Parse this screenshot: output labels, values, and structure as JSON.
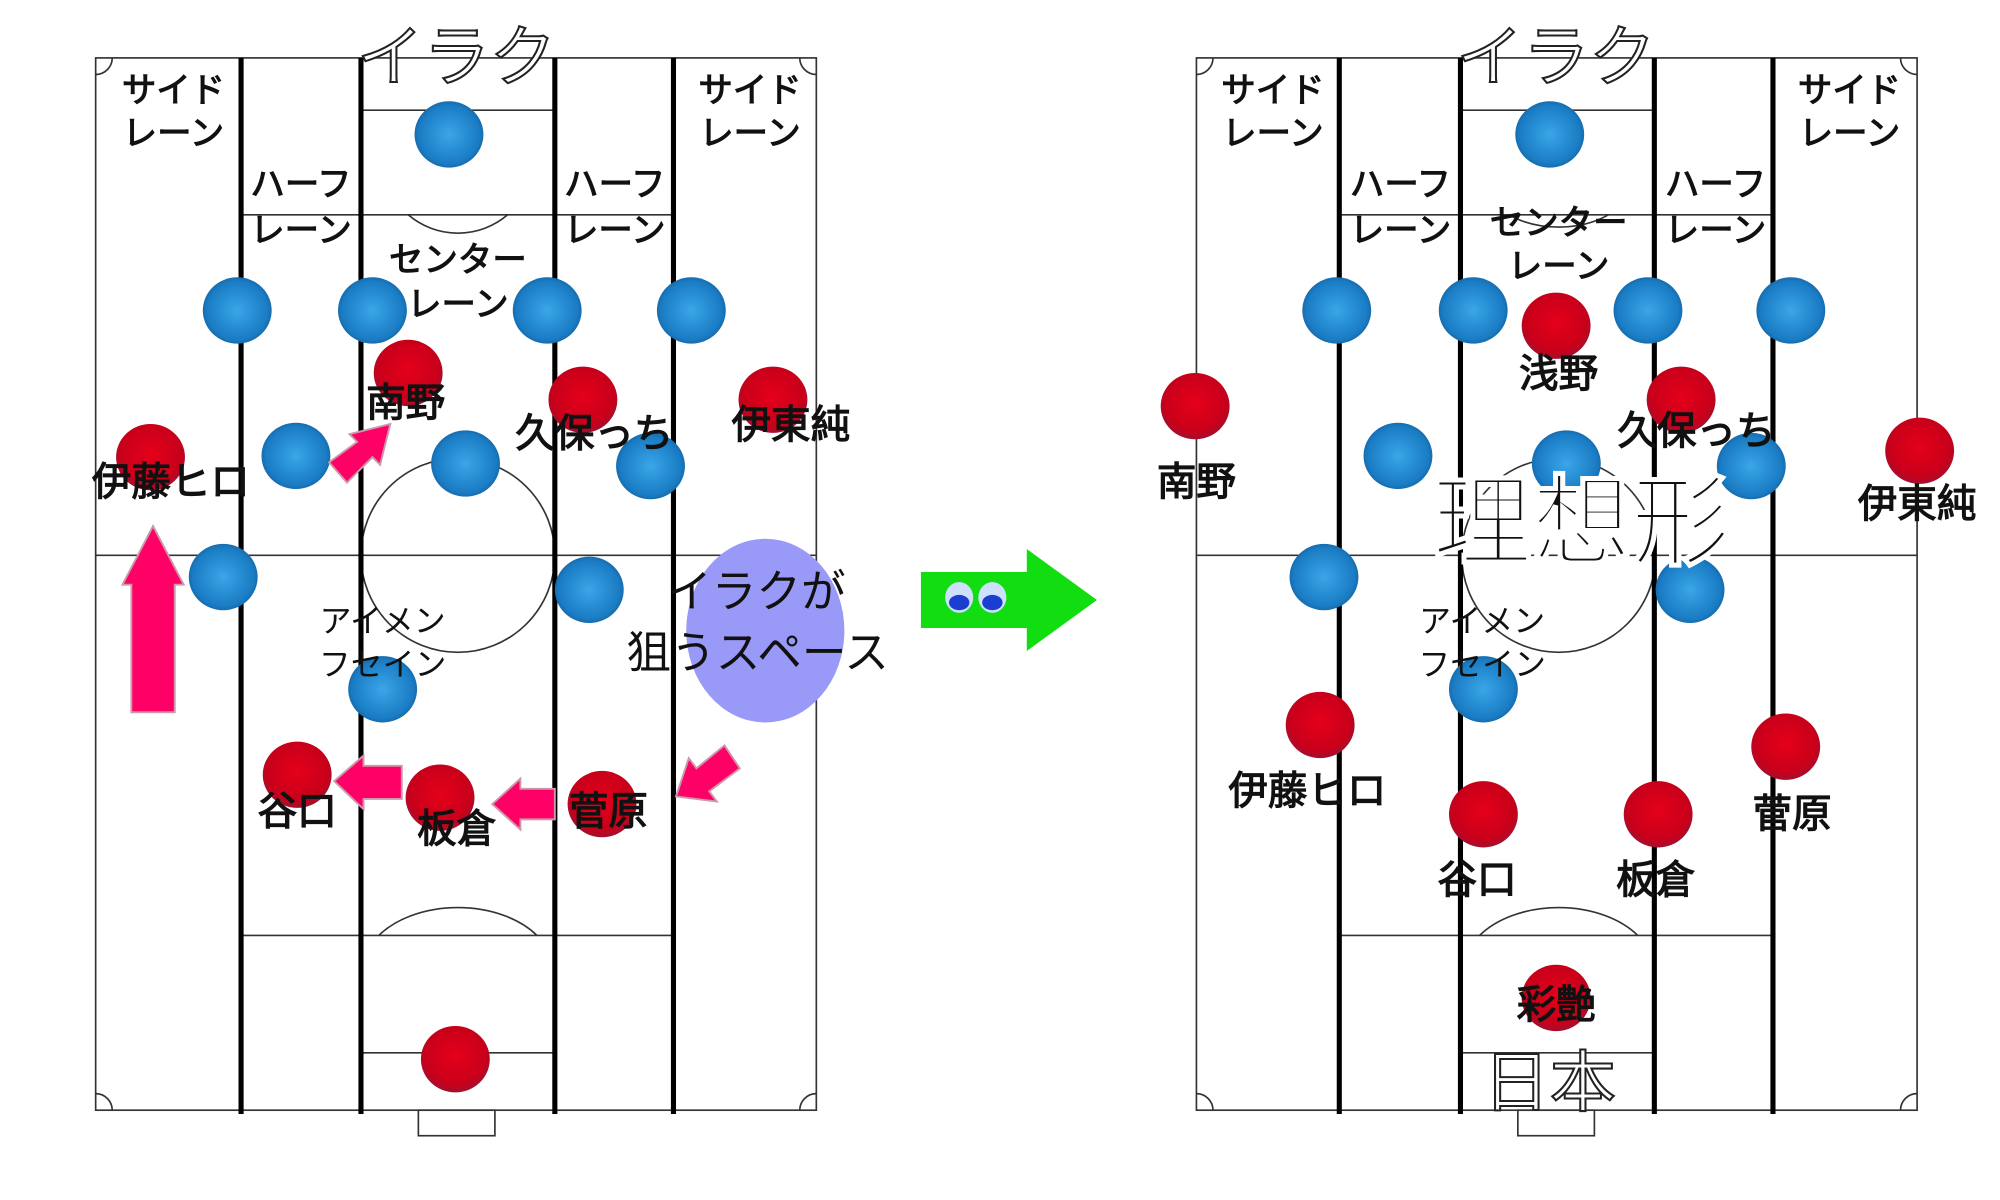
{
  "lanes": {
    "side_1": "サイド",
    "side_2": "レーン",
    "half_1": "ハーフ",
    "half_2": "レーン",
    "center_1": "センター",
    "center_2": "レーン"
  },
  "left_pitch": {
    "opponent": "イラク",
    "opponent_player_label": {
      "line1": "アイメン",
      "line2": "フセイン"
    },
    "target_space": {
      "line1": "イラクが",
      "line2": "狙うスペース"
    },
    "players": {
      "minamino": "南野",
      "kubo": "久保っち",
      "ito_jun": "伊東純",
      "ito_hiro": "伊藤ヒロ",
      "taniguchi": "谷口",
      "itakura": "板倉",
      "sugawara": "菅原"
    }
  },
  "right_pitch": {
    "opponent": "イラク",
    "home": "日本",
    "title": "理想形",
    "opponent_player_label": {
      "line1": "アイメン",
      "line2": "フセイン"
    },
    "players": {
      "asano": "浅野",
      "kubo": "久保っち",
      "minamino": "南野",
      "ito_jun": "伊東純",
      "ito_hiro": "伊藤ヒロ",
      "taniguchi": "谷口",
      "itakura": "板倉",
      "sugawara": "菅原",
      "zion": "彩艶"
    }
  },
  "colors": {
    "japan": "#d0021b",
    "iraq": "#1e88d0",
    "arrow": "#ff0066",
    "space": "#9999f8",
    "transition_arrow": "#11dd11"
  }
}
